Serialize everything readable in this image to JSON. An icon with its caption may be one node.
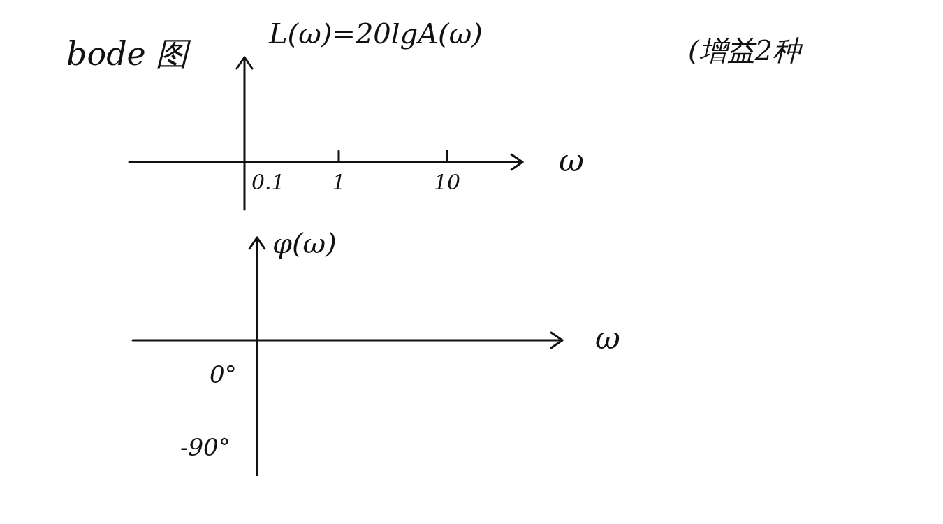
{
  "diagram": {
    "title": "bode 图",
    "labels": [
      "L(ω)=20lgA(ω)",
      "(增益2种",
      "0.1",
      "1",
      "10",
      "ω",
      "φ(ω)",
      "ω",
      "0°",
      "-90°"
    ]
  }
}
